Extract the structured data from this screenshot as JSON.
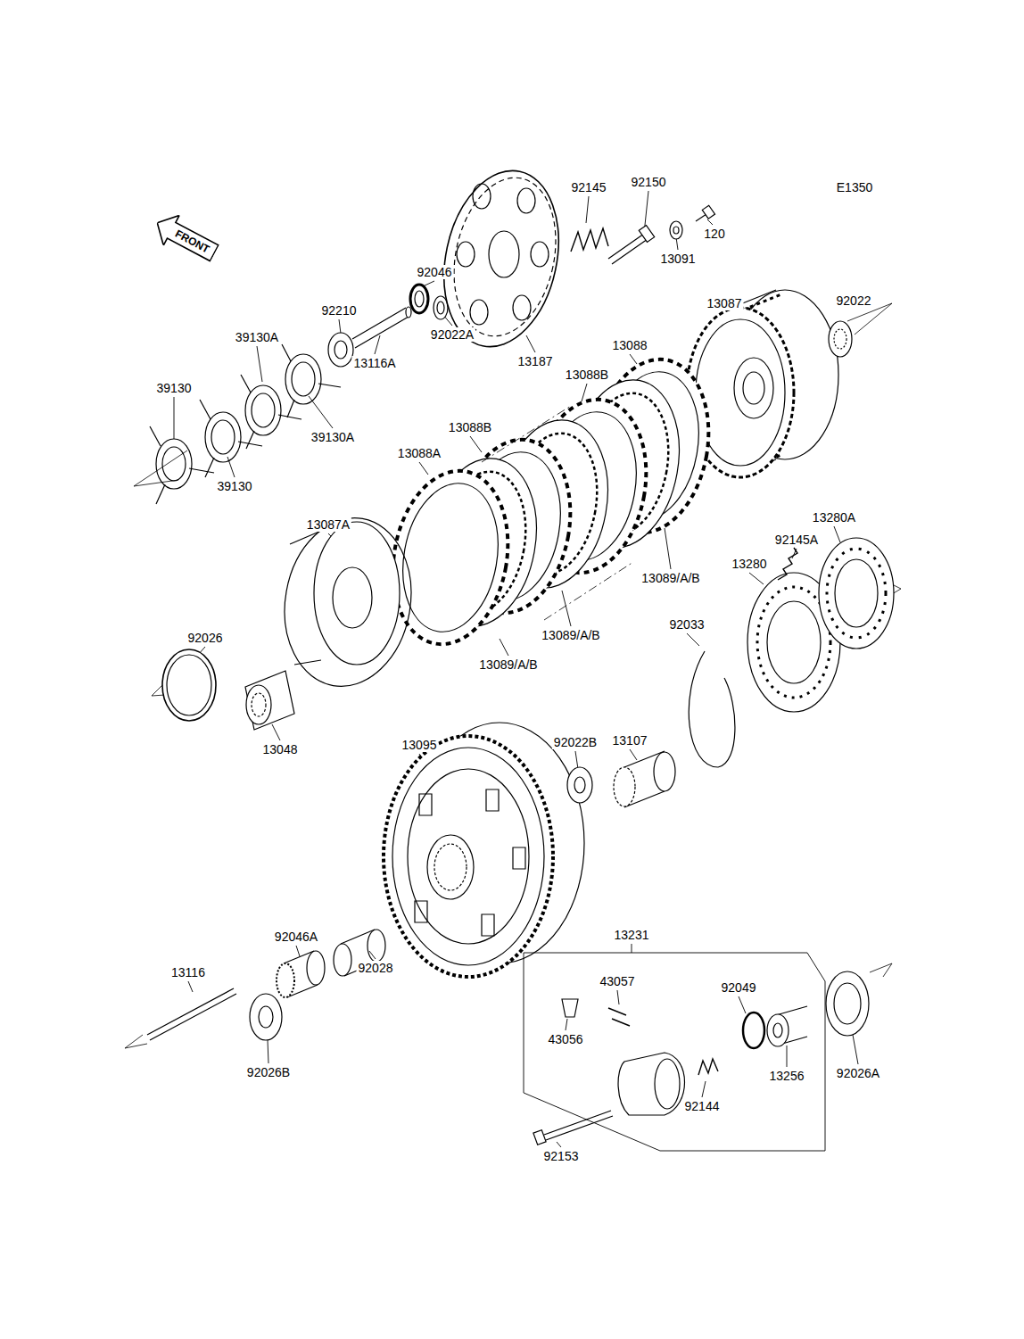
{
  "diagram": {
    "nodes": [
      {
        "text": [
          "FRONT"
        ]
      }
    ],
    "labels": [
      "E1350",
      "92150",
      "92145",
      "120",
      "13091",
      "92046",
      "13087",
      "92022",
      "92210",
      "39130A",
      "92022A",
      "13187",
      "13088",
      "13116A",
      "39130",
      "13088B",
      "13088B",
      "39130A",
      "13088A",
      "39130",
      "13087A",
      "13280A",
      "92145A",
      "13280",
      "13089/A/B",
      "92033",
      "92026",
      "13089/A/B",
      "13089/A/B",
      "13095",
      "92022B",
      "13107",
      "13048",
      "13231",
      "92046A",
      "92028",
      "13116",
      "43057",
      "92049",
      "43056",
      "92026B",
      "13256",
      "92026A",
      "92144",
      "92153"
    ]
  }
}
